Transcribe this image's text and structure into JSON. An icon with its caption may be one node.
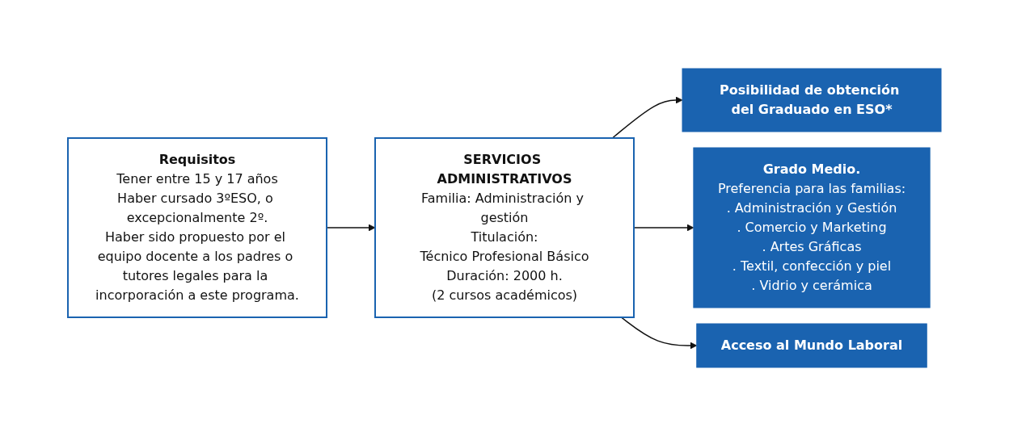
{
  "diagram": {
    "nodes": [
      {
        "text": [
          "Requisitos",
          "Tener entre 15 y 17 años",
          "Haber cursado 3ºESO, o excepcionalmente 2º.",
          "Haber sido propuesto por el equipo docente a los padres o tutores legales para la incorporación a este programa."
        ]
      },
      {
        "text": [
          "SERVICIOS ADMINISTRATIVOS",
          "Familia: Administración y gestión",
          "Titulación:",
          "Técnico Profesional Básico",
          "Duración: 2000 h.",
          "(2 cursos académicos)"
        ]
      },
      {
        "text": [
          "Posibilidad de obtención del Graduado en ESO*"
        ]
      },
      {
        "text": [
          "Grado Medio.",
          "Preferencia para las familias:",
          ". Administración y  Gestión",
          ". Comercio y Marketing",
          ". Artes Gráficas",
          ". Textil, confección y piel",
          ". Vidrio y cerámica"
        ]
      },
      {
        "text": [
          "Acceso al Mundo Laboral"
        ]
      }
    ],
    "edges": [
      {
        "from": 0,
        "to": 1,
        "arrow": "to"
      },
      {
        "from": 1,
        "to": 2,
        "arrow": "to"
      },
      {
        "from": 1,
        "to": 3,
        "arrow": "to"
      },
      {
        "from": 1,
        "to": 4,
        "arrow": "to"
      }
    ]
  }
}
